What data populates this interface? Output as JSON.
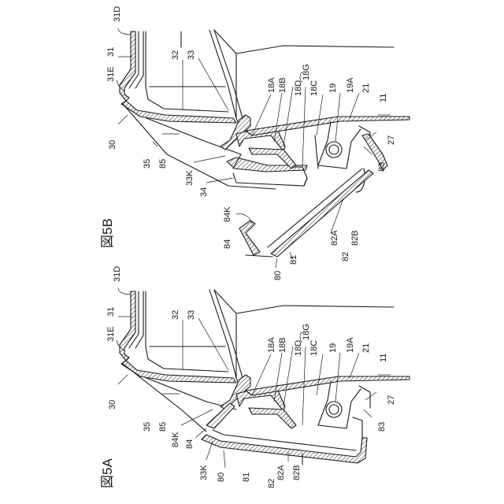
{
  "figures": [
    {
      "title": "図5A",
      "labels": {
        "l31D": "31D",
        "l31": "31",
        "l31E": "31E",
        "l30": "30",
        "l32": "32",
        "l33": "33",
        "l35": "35",
        "l85": "85",
        "l84K": "84K",
        "l84": "84",
        "l33K": "33K",
        "l80": "80",
        "l81": "81",
        "l82": "82",
        "l82A": "82A",
        "l82B": "82B",
        "l18A": "18A",
        "l18B": "18B",
        "l18D": "18D",
        "l18C": "18C",
        "l18G": "18G",
        "l19": "19",
        "l19A": "19A",
        "l21": "21",
        "l11": "11",
        "l27": "27",
        "l83": "83"
      }
    },
    {
      "title": "図5B",
      "labels": {
        "l31D": "31D",
        "l31": "31",
        "l31E": "31E",
        "l30": "30",
        "l32": "32",
        "l33": "33",
        "l35": "35",
        "l85": "85",
        "l33K": "33K",
        "l34": "34",
        "l84K": "84K",
        "l84": "84",
        "l80": "80",
        "l81": "81",
        "l82": "82",
        "l82A": "82A",
        "l82B": "82B",
        "l18A": "18A",
        "l18B": "18B",
        "l18D": "18D",
        "l18C": "18C",
        "l18G": "18G",
        "l19": "19",
        "l19A": "19A",
        "l21": "21",
        "l11": "11",
        "l27": "27",
        "l83": "83"
      }
    }
  ]
}
